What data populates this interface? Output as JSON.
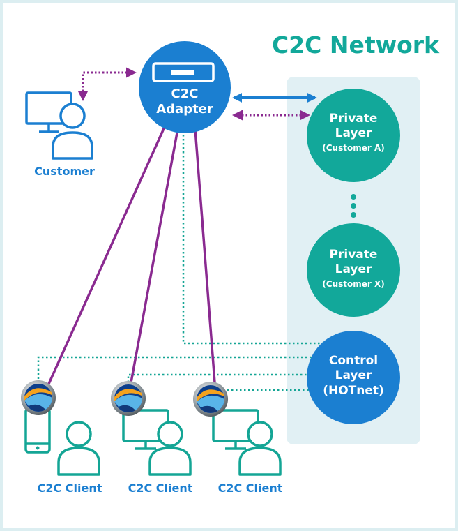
{
  "network_title": "C2C Network",
  "adapter": {
    "line1": "C2C",
    "line2": "Adapter"
  },
  "customer": {
    "label": "Customer"
  },
  "layers": [
    {
      "line1": "Private",
      "line2": "Layer",
      "line3": "(Customer A)"
    },
    {
      "line1": "Private",
      "line2": "Layer",
      "line3": "(Customer X)"
    },
    {
      "line1": "Control",
      "line2": "Layer",
      "line3": "(HOTnet)"
    }
  ],
  "clients": [
    {
      "label": "C2C Client",
      "device": "smartphone-icon"
    },
    {
      "label": "C2C Client",
      "device": "desktop-icon"
    },
    {
      "label": "C2C Client",
      "device": "desktop-icon"
    }
  ],
  "colors": {
    "border": "#dceef1",
    "network_panel": "#e1f0f4",
    "title": "#12a89a",
    "adapter": "#1b7fd1",
    "private_layer": "#12a89a",
    "control_layer": "#1b7fd1",
    "purple": "#8a2a90",
    "teal": "#14a595",
    "blue": "#1b7fd1"
  }
}
